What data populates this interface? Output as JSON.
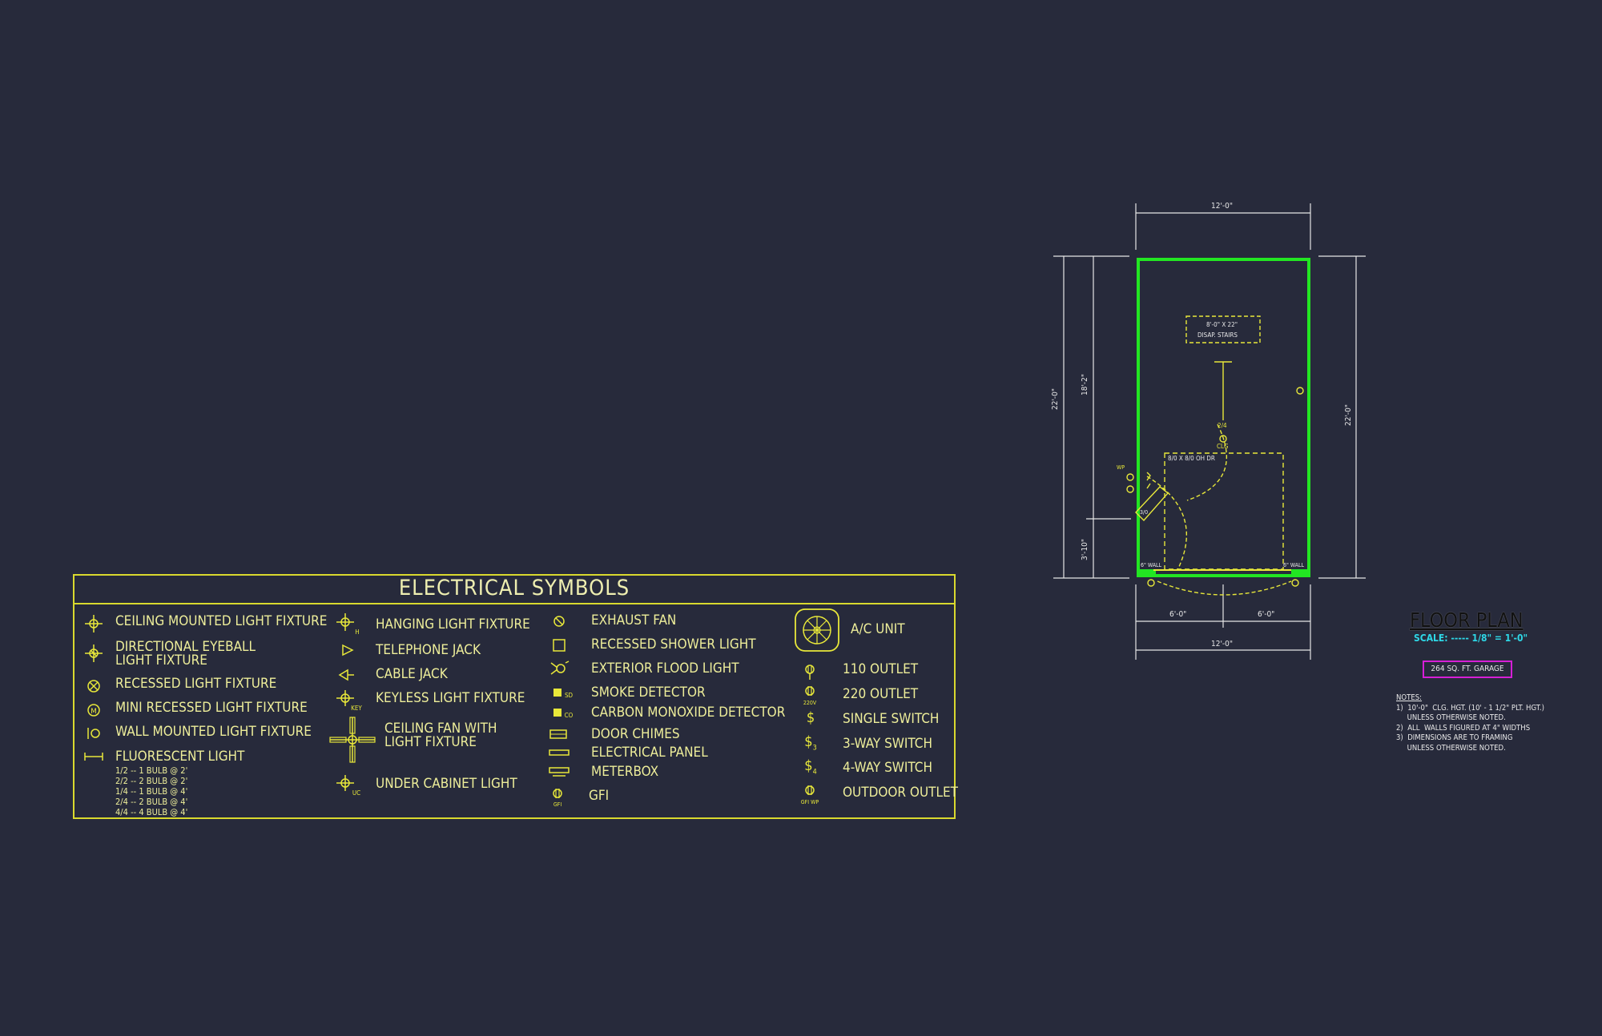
{
  "legend": {
    "title": "ELECTRICAL SYMBOLS",
    "col1": [
      {
        "label": "CEILING MOUNTED LIGHT FIXTURE",
        "icon": "ceiling-light-icon"
      },
      {
        "label": "DIRECTIONAL EYEBALL",
        "label2": "LIGHT FIXTURE",
        "icon": "directional-eyeball-icon"
      },
      {
        "label": "RECESSED LIGHT FIXTURE",
        "icon": "recessed-light-icon"
      },
      {
        "label": "MINI RECESSED LIGHT FIXTURE",
        "icon": "mini-recessed-light-icon"
      },
      {
        "label": "WALL MOUNTED LIGHT FIXTURE",
        "icon": "wall-light-icon"
      },
      {
        "label": "FLUORESCENT LIGHT",
        "icon": "fluorescent-light-icon"
      }
    ],
    "fluorescent_sub": [
      "1/2 -- 1 BULB @ 2'",
      "2/2 -- 2 BULB @ 2'",
      "1/4 -- 1 BULB @ 4'",
      "2/4 -- 2 BULB @ 4'",
      "4/4 -- 4 BULB @ 4'"
    ],
    "col2": [
      {
        "label": "HANGING LIGHT FIXTURE",
        "icon": "hanging-light-icon",
        "sub": "H"
      },
      {
        "label": "TELEPHONE JACK",
        "icon": "telephone-jack-icon"
      },
      {
        "label": "CABLE JACK",
        "icon": "cable-jack-icon"
      },
      {
        "label": "KEYLESS LIGHT FIXTURE",
        "icon": "keyless-light-icon",
        "sub": "KEY"
      },
      {
        "label": "CEILING FAN WITH",
        "label2": "LIGHT FIXTURE",
        "icon": "ceiling-fan-icon"
      },
      {
        "label": "UNDER CABINET LIGHT",
        "icon": "under-cabinet-light-icon",
        "sub": "UC"
      }
    ],
    "col3": [
      {
        "label": "EXHAUST FAN",
        "icon": "exhaust-fan-icon"
      },
      {
        "label": "RECESSED SHOWER LIGHT",
        "icon": "shower-light-icon"
      },
      {
        "label": "EXTERIOR FLOOD LIGHT",
        "icon": "flood-light-icon"
      },
      {
        "label": "SMOKE DETECTOR",
        "icon": "smoke-detector-icon",
        "sub": "SD"
      },
      {
        "label": "CARBON MONOXIDE DETECTOR",
        "icon": "co-detector-icon",
        "sub": "CO"
      },
      {
        "label": "DOOR CHIMES",
        "icon": "door-chimes-icon"
      },
      {
        "label": "ELECTRICAL PANEL",
        "icon": "electrical-panel-icon"
      },
      {
        "label": "METERBOX",
        "icon": "meterbox-icon"
      },
      {
        "label": "GFI",
        "icon": "gfi-icon",
        "sub": "GFI"
      }
    ],
    "col4": [
      {
        "label": "A/C UNIT",
        "icon": "ac-unit-icon"
      },
      {
        "label": "110 OUTLET",
        "icon": "outlet-110-icon"
      },
      {
        "label": "220 OUTLET",
        "icon": "outlet-220-icon",
        "sub": "220V"
      },
      {
        "label": "SINGLE SWITCH",
        "icon": "single-switch-icon",
        "glyph": "$"
      },
      {
        "label": "3-WAY SWITCH",
        "icon": "three-way-switch-icon",
        "glyph": "$",
        "sub": "3"
      },
      {
        "label": "4-WAY SWITCH",
        "icon": "four-way-switch-icon",
        "glyph": "$",
        "sub": "4"
      },
      {
        "label": "OUTDOOR OUTLET",
        "icon": "outdoor-outlet-icon",
        "sub": "GFI WP"
      }
    ]
  },
  "plan": {
    "dim_top": "12'-0\"",
    "dim_left_outer": "22'-0\"",
    "dim_left_inner": "18'-2\"",
    "dim_left_small": "3'-10\"",
    "dim_right": "22'-0\"",
    "dim_bottom_left": "6'-0\"",
    "dim_bottom_right": "6'-0\"",
    "dim_bottom_total": "12'-0\"",
    "stairs_line1": "8'-0\" X 22\"",
    "stairs_line2": "DISAP. STAIRS",
    "door_label": "8/0 X 8/0 OH DR",
    "light_label": "2/4",
    "clg_label": "CLG",
    "wall_left": "6\" WALL",
    "wall_right": "6\" WALL",
    "wp_label": "WP",
    "door_small": "3/0",
    "colors": {
      "wall": "#22e622",
      "dim": "#e6e6e6",
      "fixture": "#e8e83a"
    }
  },
  "title_block": {
    "title": "FLOOR PLAN",
    "scale": "SCALE: ----- 1/8\" = 1'-0\"",
    "area": "264 SQ. FT. GARAGE",
    "notes_title": "NOTES:",
    "notes": [
      "1)  10'-0\"  CLG. HGT. (10' - 1 1/2\" PLT. HGT.)",
      "     UNLESS OTHERWISE NOTED.",
      "2)  ALL  WALLS FIGURED AT 4\" WIDTHS",
      "3)  DIMENSIONS ARE TO FRAMING",
      "     UNLESS OTHERWISE NOTED."
    ]
  }
}
